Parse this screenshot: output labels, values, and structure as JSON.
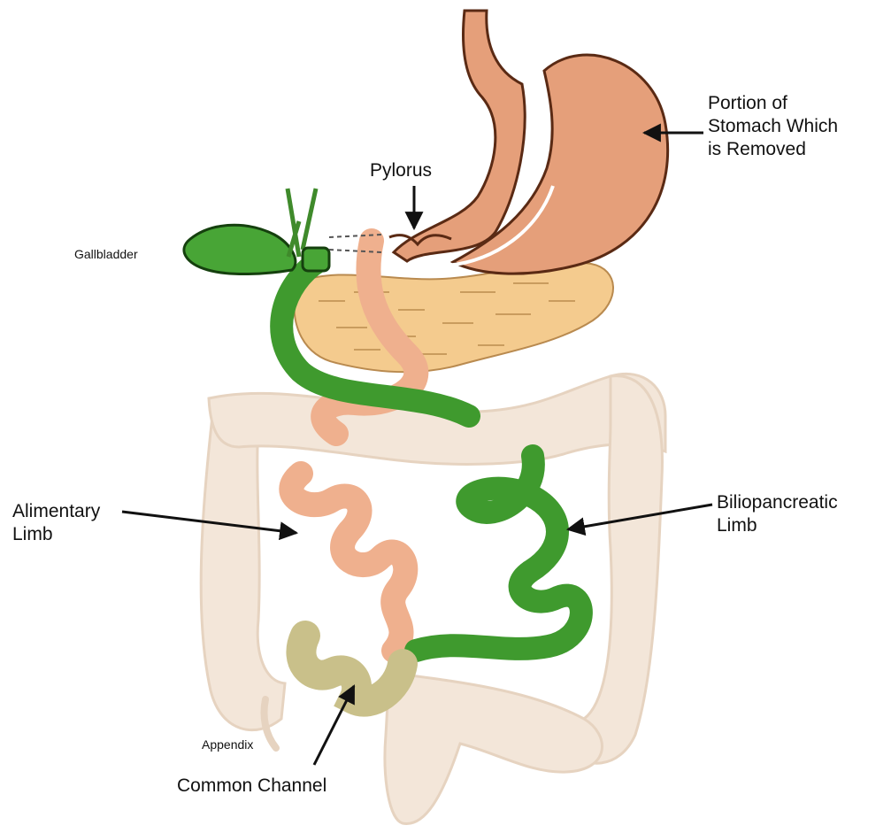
{
  "labels": {
    "pylorus": "Pylorus",
    "stomach_removed": [
      "Portion of",
      "Stomach Which",
      "is Removed"
    ],
    "gallbladder": "Gallbladder",
    "alimentary_limb": [
      "Alimentary",
      "Limb"
    ],
    "biliopancreatic_limb": [
      "Biliopancreatic",
      "Limb"
    ],
    "appendix": "Appendix",
    "common_channel": "Common Channel"
  },
  "colors": {
    "stomach": "#e59f7a",
    "stomach_outline": "#5a2a14",
    "alimentary_limb": "#efb08e",
    "biliopancreatic_limb": "#3f9a2e",
    "biliary_outline": "#15400e",
    "gallbladder": "#48a536",
    "pancreas": "#f4cb8e",
    "colon": "#f3e6d9",
    "common_channel": "#c9c08a"
  }
}
